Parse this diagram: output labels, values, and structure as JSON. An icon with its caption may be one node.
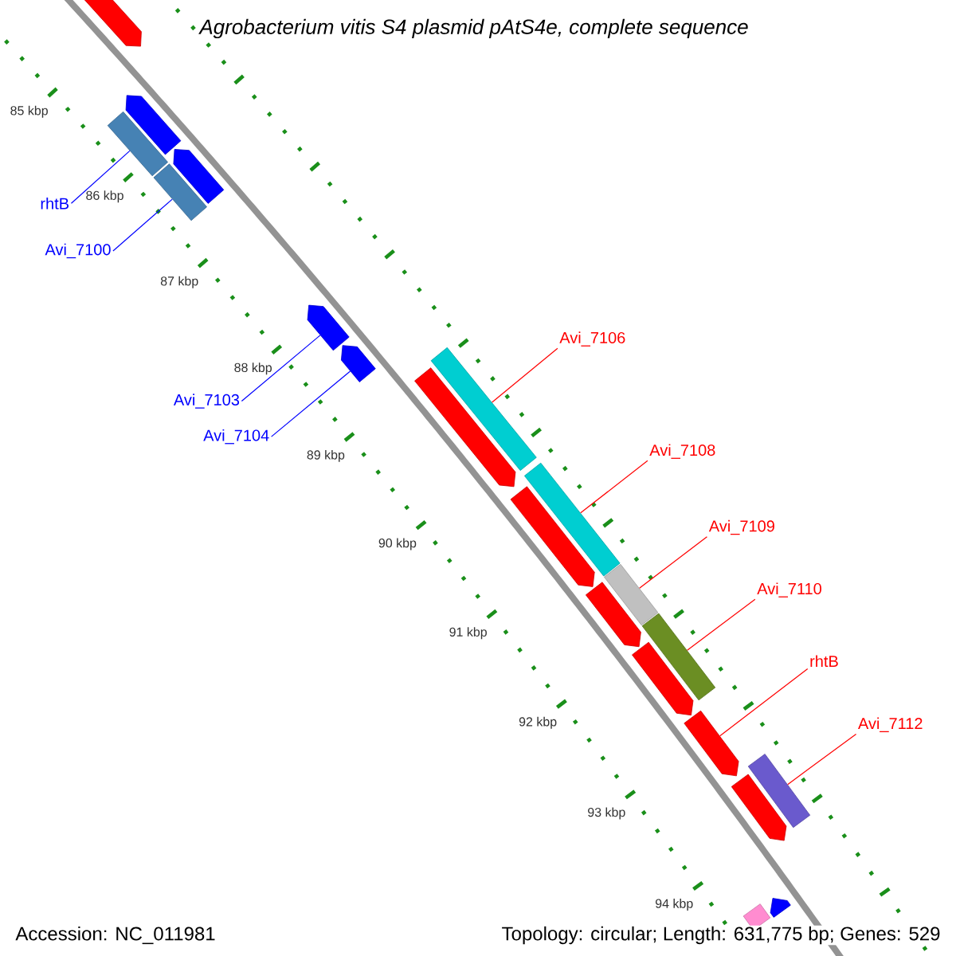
{
  "diagram": {
    "title": "Agrobacterium vitis S4 plasmid pAtS4e, complete sequence",
    "nodes": [
      {
        "text": [
          "rhtB"
        ]
      },
      {
        "text": [
          "Avi_7100"
        ]
      },
      {
        "text": [
          "Avi_7103"
        ]
      },
      {
        "text": [
          "Avi_7104"
        ]
      },
      {
        "text": [
          "Avi_7106"
        ]
      },
      {
        "text": [
          "Avi_7108"
        ]
      },
      {
        "text": [
          "Avi_7109"
        ]
      },
      {
        "text": [
          "Avi_7110"
        ]
      },
      {
        "text": [
          "rhtB"
        ]
      },
      {
        "text": [
          "Avi_7112"
        ]
      },
      {
        "text": [],
        "shape": "bar"
      },
      {
        "text": [],
        "shape": "bar"
      },
      {
        "text": [],
        "shape": "arrow"
      },
      {
        "text": [],
        "shape": "arrow"
      },
      {
        "text": [],
        "shape": "bar"
      },
      {
        "text": [],
        "shape": "bar"
      },
      {
        "text": [],
        "shape": "bar"
      },
      {
        "text": [],
        "shape": "bar"
      },
      {
        "text": [],
        "shape": "bar"
      },
      {
        "text": [],
        "shape": "arrow"
      },
      {
        "text": [],
        "shape": "arrow"
      },
      {
        "text": [],
        "shape": "arrow"
      },
      {
        "text": [],
        "shape": "arrow"
      },
      {
        "text": [],
        "shape": "arrow"
      },
      {
        "text": [],
        "shape": "arrow"
      },
      {
        "text": [],
        "shape": "arrow"
      },
      {
        "text": [],
        "shape": "arrow"
      },
      {
        "text": [],
        "shape": "arrow"
      },
      {
        "text": [],
        "shape": "arrow"
      },
      {
        "text": [],
        "shape": "bar"
      }
    ],
    "edges": [
      {
        "from": 0,
        "to": 10,
        "arrow": "none",
        "color": "#0000ff"
      },
      {
        "from": 1,
        "to": 11,
        "arrow": "none",
        "color": "#0000ff"
      },
      {
        "from": 2,
        "to": 12,
        "arrow": "none",
        "color": "#0000ff"
      },
      {
        "from": 3,
        "to": 13,
        "arrow": "none",
        "color": "#0000ff"
      },
      {
        "from": 4,
        "to": 14,
        "arrow": "none"
      },
      {
        "from": 5,
        "to": 15,
        "arrow": "none"
      },
      {
        "from": 6,
        "to": 16,
        "arrow": "none"
      },
      {
        "from": 7,
        "to": 17,
        "arrow": "none"
      },
      {
        "from": 8,
        "to": 19,
        "arrow": "none"
      },
      {
        "from": 9,
        "to": 18,
        "arrow": "none"
      }
    ],
    "labels": [
      "85 kbp",
      "86 kbp",
      "87 kbp",
      "88 kbp",
      "89 kbp",
      "90 kbp",
      "91 kbp",
      "92 kbp",
      "93 kbp",
      "94 kbp",
      "Accession: NC_011981",
      "Topology: circular; Length: 631,775 bp; Genes: 529"
    ]
  }
}
